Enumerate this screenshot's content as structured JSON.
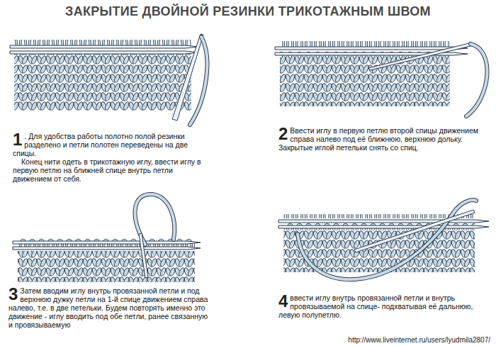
{
  "diagram": {
    "title": "ЗАКРЫТИЕ ДВОЙНОЙ РЕЗИНКИ ТРИКОТАЖНЫМ ШВОМ",
    "labels": [
      "1",
      ". Для удобства работы полотно полой резинки разделено и петли полотен переведены на две спицы.",
      "Конец нити одеть в трикотажную иглу, ввести иглу в первую петлю на ближней спице внутрь петли движением от себя.",
      "2",
      "Ввести иглу в первую петлю второй спицы движением справа налево под её ближнюю, верхнюю дольку. Закрытые иглой петельки снять со спиц.",
      "3",
      "Затем вводим иглу внутрь провязанной петли и под верхнюю дужку петли на 1-й спице движением справа налево, т.е. в две петельки. Будем повторять именно это движение - иглу вводить под обе петли, ранее связанную и провязываемую",
      "4",
      "ввести иглу внутрь провязанной петли и внутрь провязываемой на спице- подхватывая её дальнюю, левую полупетлю.",
      "http://www.liveinternet.ru/users/lyudmila2807/"
    ]
  }
}
